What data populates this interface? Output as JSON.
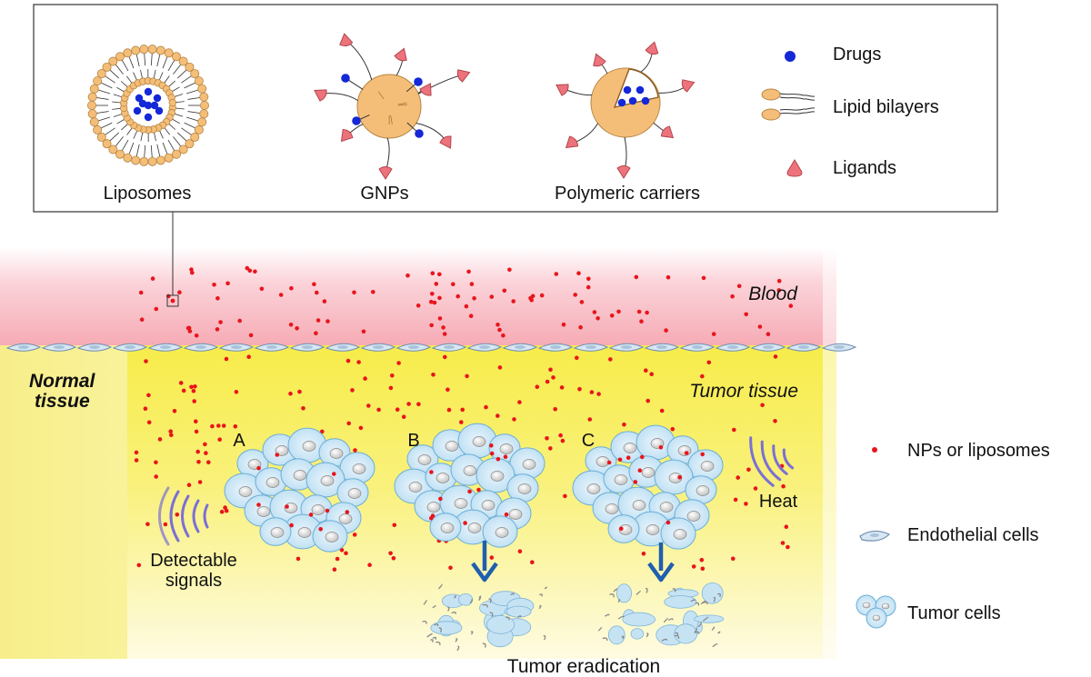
{
  "inset": {
    "carriers": [
      {
        "label": "Liposomes"
      },
      {
        "label": "GNPs"
      },
      {
        "label": "Polymeric carriers"
      }
    ],
    "legend": [
      {
        "label": "Drugs",
        "icon": "drug-dot-icon"
      },
      {
        "label": "Lipid bilayers",
        "icon": "lipid-bilayer-icon"
      },
      {
        "label": "Ligands",
        "icon": "ligand-icon"
      }
    ]
  },
  "tissue": {
    "blood": "Blood",
    "normal_tissue_line1": "Normal",
    "normal_tissue_line2": "tissue",
    "tumor_tissue": "Tumor tissue"
  },
  "panels": {
    "a": "A",
    "b": "B",
    "c": "C",
    "detectable_line1": "Detectable",
    "detectable_line2": "signals",
    "heat": "Heat",
    "eradication": "Tumor eradication"
  },
  "right_legend": [
    {
      "label": "NPs or liposomes",
      "icon": "np-dot-icon"
    },
    {
      "label": "Endothelial cells",
      "icon": "endothelial-cell-icon"
    },
    {
      "label": "Tumor cells",
      "icon": "tumor-cell-icon"
    }
  ],
  "colors": {
    "blood": "#f6aeb8",
    "tissue": "#f7ee5a",
    "np": "#e8151c",
    "drug": "#1428d8",
    "carrier": "#f5be78",
    "ligand": "#ec737c",
    "tumor_cell": "#cbe6f5",
    "arrow": "#1f5fb0",
    "signal": "#7b6fd6"
  }
}
